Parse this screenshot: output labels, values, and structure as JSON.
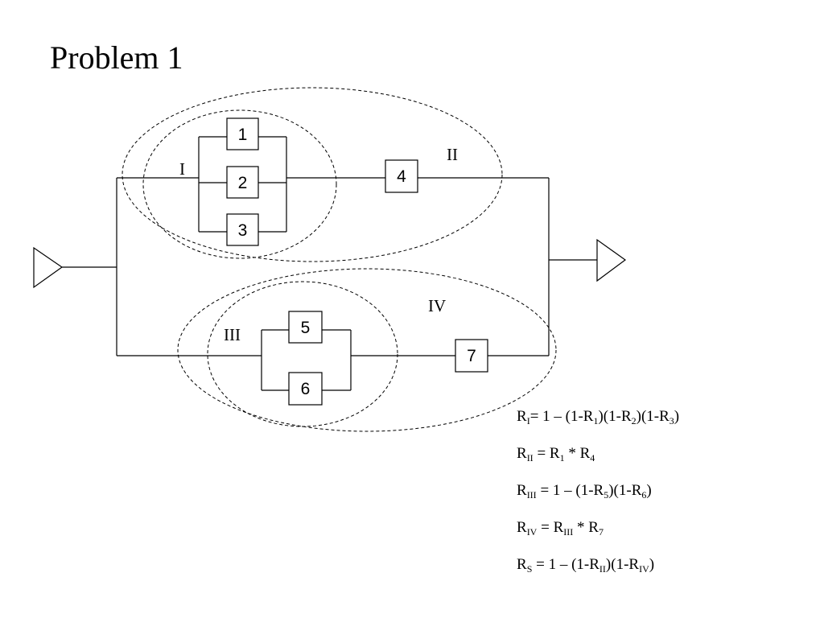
{
  "title": "Problem 1",
  "diagram": {
    "boxes": [
      "1",
      "2",
      "3",
      "4",
      "5",
      "6",
      "7"
    ],
    "groups": [
      "I",
      "II",
      "III",
      "IV"
    ]
  },
  "formulas": [
    [
      {
        "t": "R"
      },
      {
        "s": "I"
      },
      {
        "t": "= 1 – (1-R"
      },
      {
        "s": "1"
      },
      {
        "t": ")(1-R"
      },
      {
        "s": "2"
      },
      {
        "t": ")(1-R"
      },
      {
        "s": "3"
      },
      {
        "t": ")"
      }
    ],
    [
      {
        "t": "R"
      },
      {
        "s": "II"
      },
      {
        "t": " = R"
      },
      {
        "s": "1"
      },
      {
        "t": " * R"
      },
      {
        "s": "4"
      }
    ],
    [
      {
        "t": "R"
      },
      {
        "s": "III"
      },
      {
        "t": " = 1 – (1-R"
      },
      {
        "s": "5"
      },
      {
        "t": ")(1-R"
      },
      {
        "s": "6"
      },
      {
        "t": ")"
      }
    ],
    [
      {
        "t": "R"
      },
      {
        "s": "IV"
      },
      {
        "t": " = R"
      },
      {
        "s": "III"
      },
      {
        "t": " * R"
      },
      {
        "s": "7"
      }
    ],
    [
      {
        "t": "R"
      },
      {
        "s": "S"
      },
      {
        "t": " = 1 – (1-R"
      },
      {
        "s": "II"
      },
      {
        "t": ")(1-R"
      },
      {
        "s": "IV"
      },
      {
        "t": ")"
      }
    ]
  ]
}
